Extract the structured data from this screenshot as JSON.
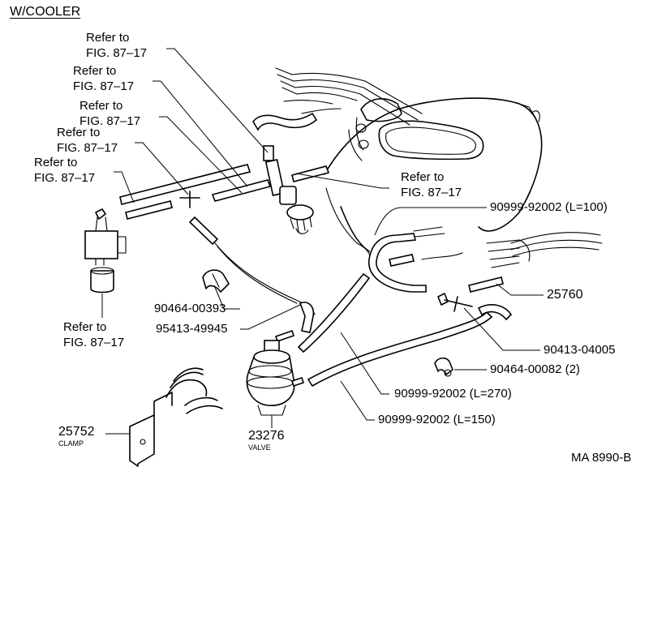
{
  "header": "W/COOLER",
  "refs": {
    "r1": {
      "l1": "Refer to",
      "l2": "FIG. 87–17"
    },
    "r2": {
      "l1": "Refer to",
      "l2": "FIG. 87–17"
    },
    "r3": {
      "l1": "Refer to",
      "l2": "FIG. 87–17"
    },
    "r4": {
      "l1": "Refer to",
      "l2": "FIG. 87–17"
    },
    "r5": {
      "l1": "Refer to",
      "l2": "FIG. 87–17"
    },
    "r6": {
      "l1": "Refer to",
      "l2": "FIG. 87–17"
    },
    "r7": {
      "l1": "Refer to",
      "l2": "FIG. 87–17"
    }
  },
  "parts": {
    "hose_l100": "90999-92002 (L=100)",
    "p25760": "25760",
    "p90413": "90413-04005",
    "p90464_82": "90464-00082 (2)",
    "hose_l270": "90999-92002 (L=270)",
    "hose_l150": "90999-92002 (L=150)",
    "p90464_393": "90464-00393",
    "p95413": "95413-49945",
    "clamp_no": "25752",
    "clamp_name": "CLAMP",
    "valve_no": "23276",
    "valve_name": "VALVE"
  },
  "diagram_code": "MA 8990-B"
}
